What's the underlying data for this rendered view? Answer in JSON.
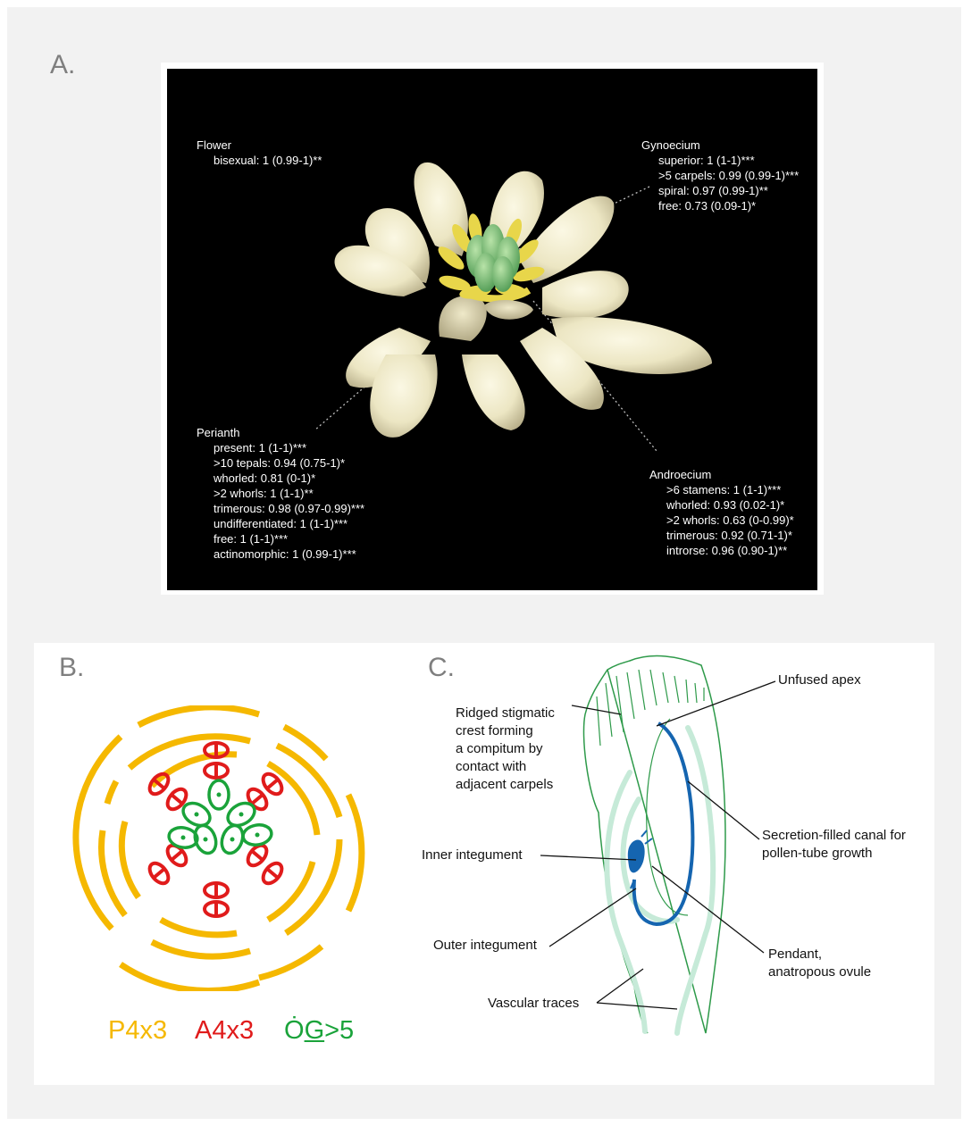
{
  "panels": {
    "a": {
      "letter": "A."
    },
    "b": {
      "letter": "B."
    },
    "c": {
      "letter": "C."
    }
  },
  "flower": {
    "heading": "Flower",
    "items": [
      "bisexual: 1 (0.99-1)**"
    ]
  },
  "gynoecium": {
    "heading": "Gynoecium",
    "items": [
      "superior: 1 (1-1)***",
      ">5 carpels: 0.99 (0.99-1)***",
      "spiral: 0.97 (0.99-1)**",
      "free: 0.73 (0.09-1)*"
    ]
  },
  "perianth": {
    "heading": "Perianth",
    "items": [
      "present: 1 (1-1)***",
      ">10 tepals: 0.94 (0.75-1)*",
      "whorled: 0.81 (0-1)*",
      ">2 whorls: 1 (1-1)**",
      "trimerous: 0.98 (0.97-0.99)***",
      "undifferentiated: 1 (1-1)***",
      "free: 1 (1-1)***",
      "actinomorphic: 1 (0.99-1)***"
    ]
  },
  "androecium": {
    "heading": "Androecium",
    "items": [
      ">6 stamens: 1 (1-1)***",
      "whorled: 0.93 (0.02-1)*",
      ">2 whorls: 0.63 (0-0.99)*",
      "trimerous: 0.92 (0.71-1)*",
      "introrse: 0.96 (0.90-1)**"
    ]
  },
  "formula": {
    "perianth": "P4x3",
    "androecium": "A4x3",
    "gynoecium_symbol": "Ȯ",
    "gynoecium_letter": "G",
    "gynoecium_count": ">5"
  },
  "colors": {
    "perianth": "#f5b800",
    "androecium": "#e01b1b",
    "gynoecium": "#1aa33a",
    "outline": "#2e9a4a",
    "canal": "#1565b0",
    "trace": "#c6ead8"
  },
  "carpel_labels": {
    "unfused_apex": "Unfused apex",
    "stigmatic_crest": [
      "Ridged stigmatic",
      "crest forming",
      "a compitum by",
      "contact with",
      "adjacent carpels"
    ],
    "canal": [
      "Secretion-filled canal for",
      "pollen-tube growth"
    ],
    "inner_integument": "Inner integument",
    "outer_integument": "Outer integument",
    "ovule": [
      "Pendant,",
      "anatropous ovule"
    ],
    "vascular": "Vascular traces"
  }
}
